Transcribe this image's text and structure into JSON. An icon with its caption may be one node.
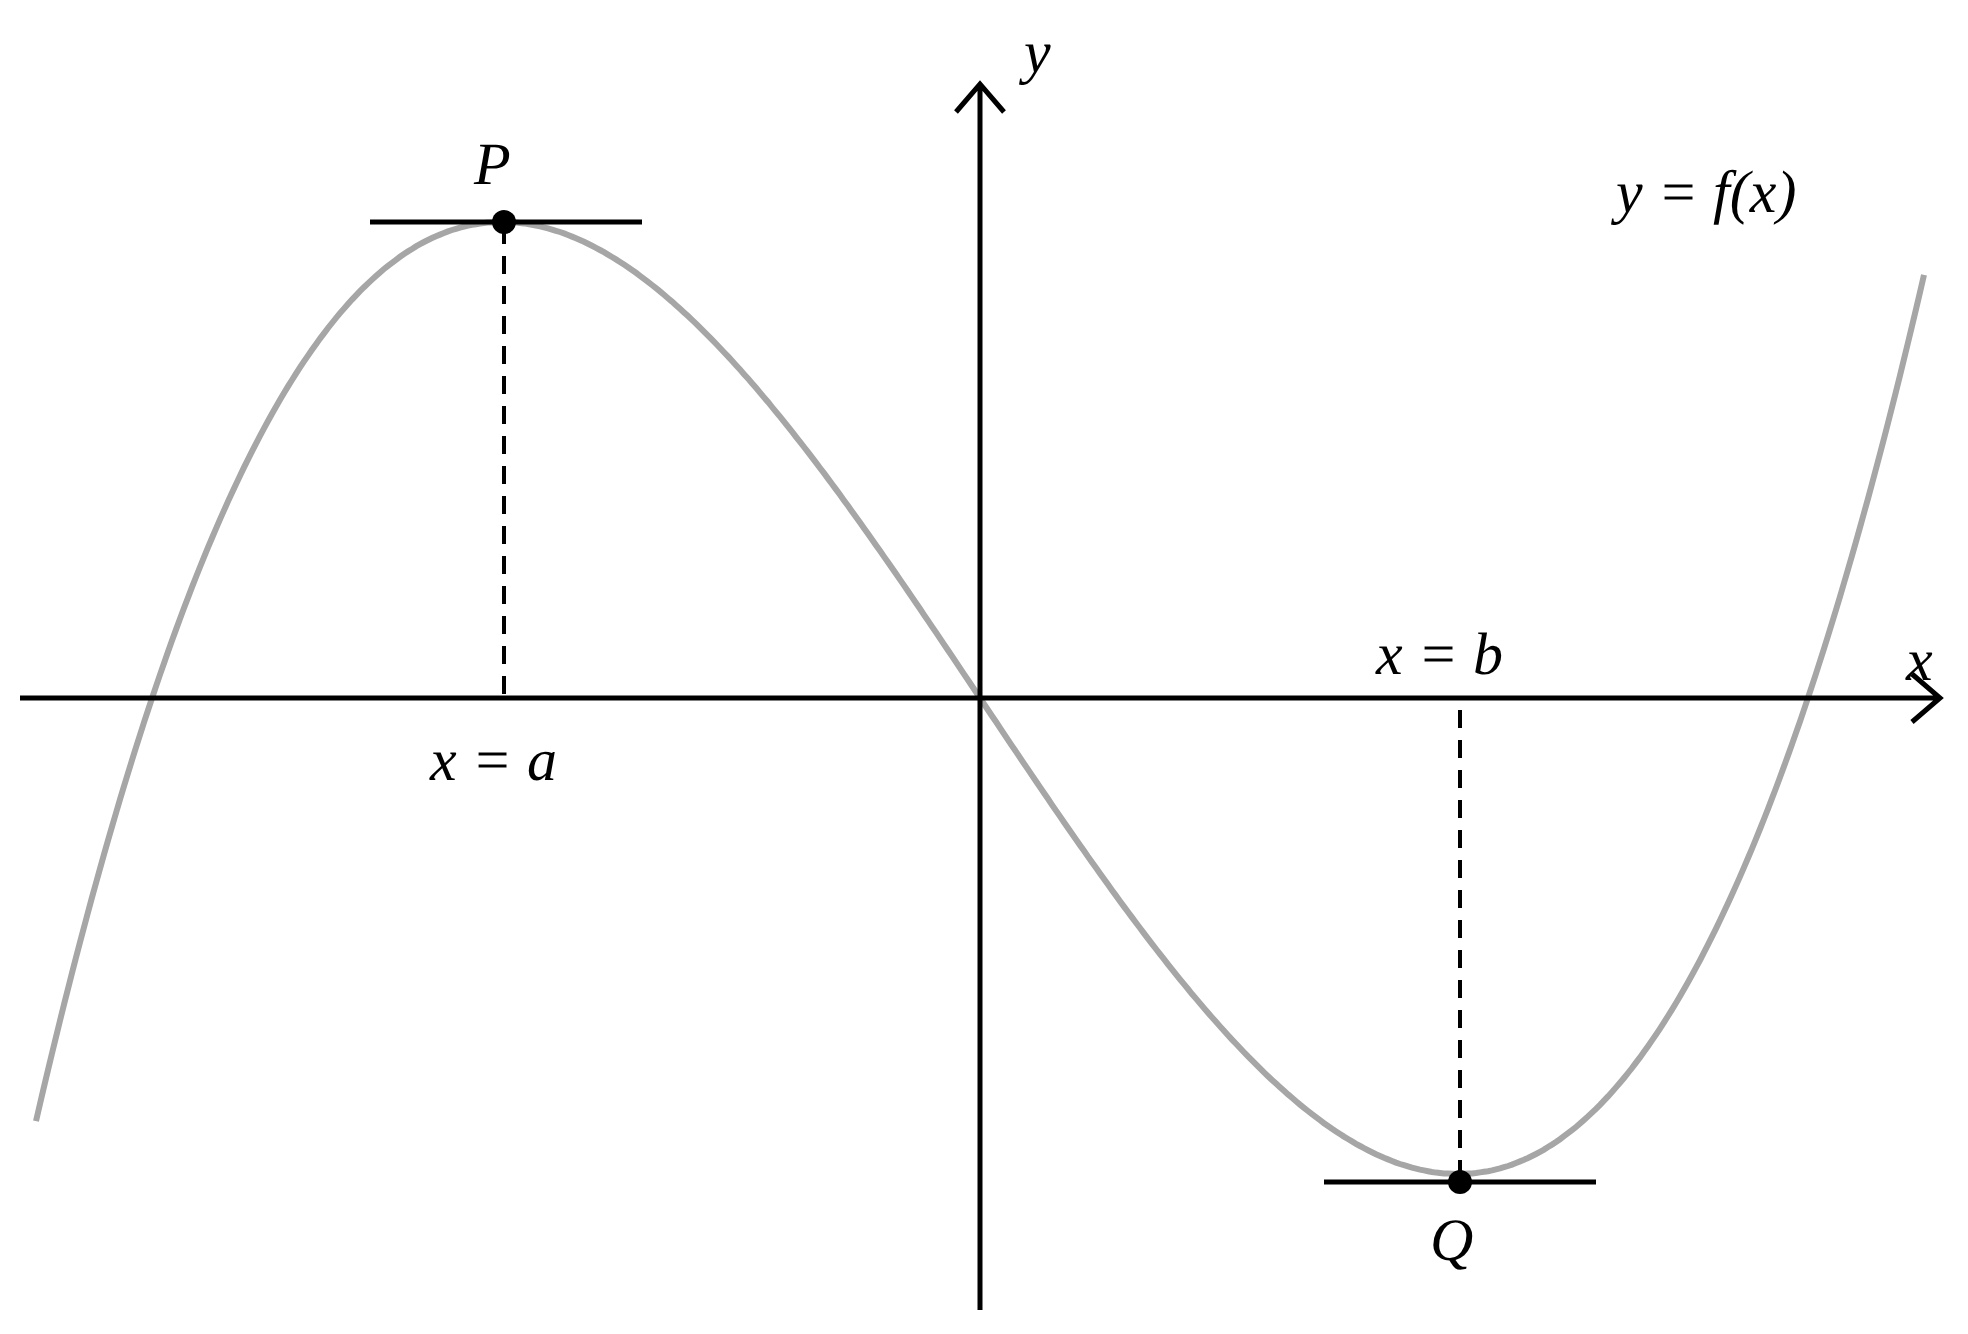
{
  "diagram": {
    "labels": [
      "y",
      "P",
      "y = f(x)",
      "x = b",
      "x",
      "x = a",
      "Q"
    ]
  }
}
